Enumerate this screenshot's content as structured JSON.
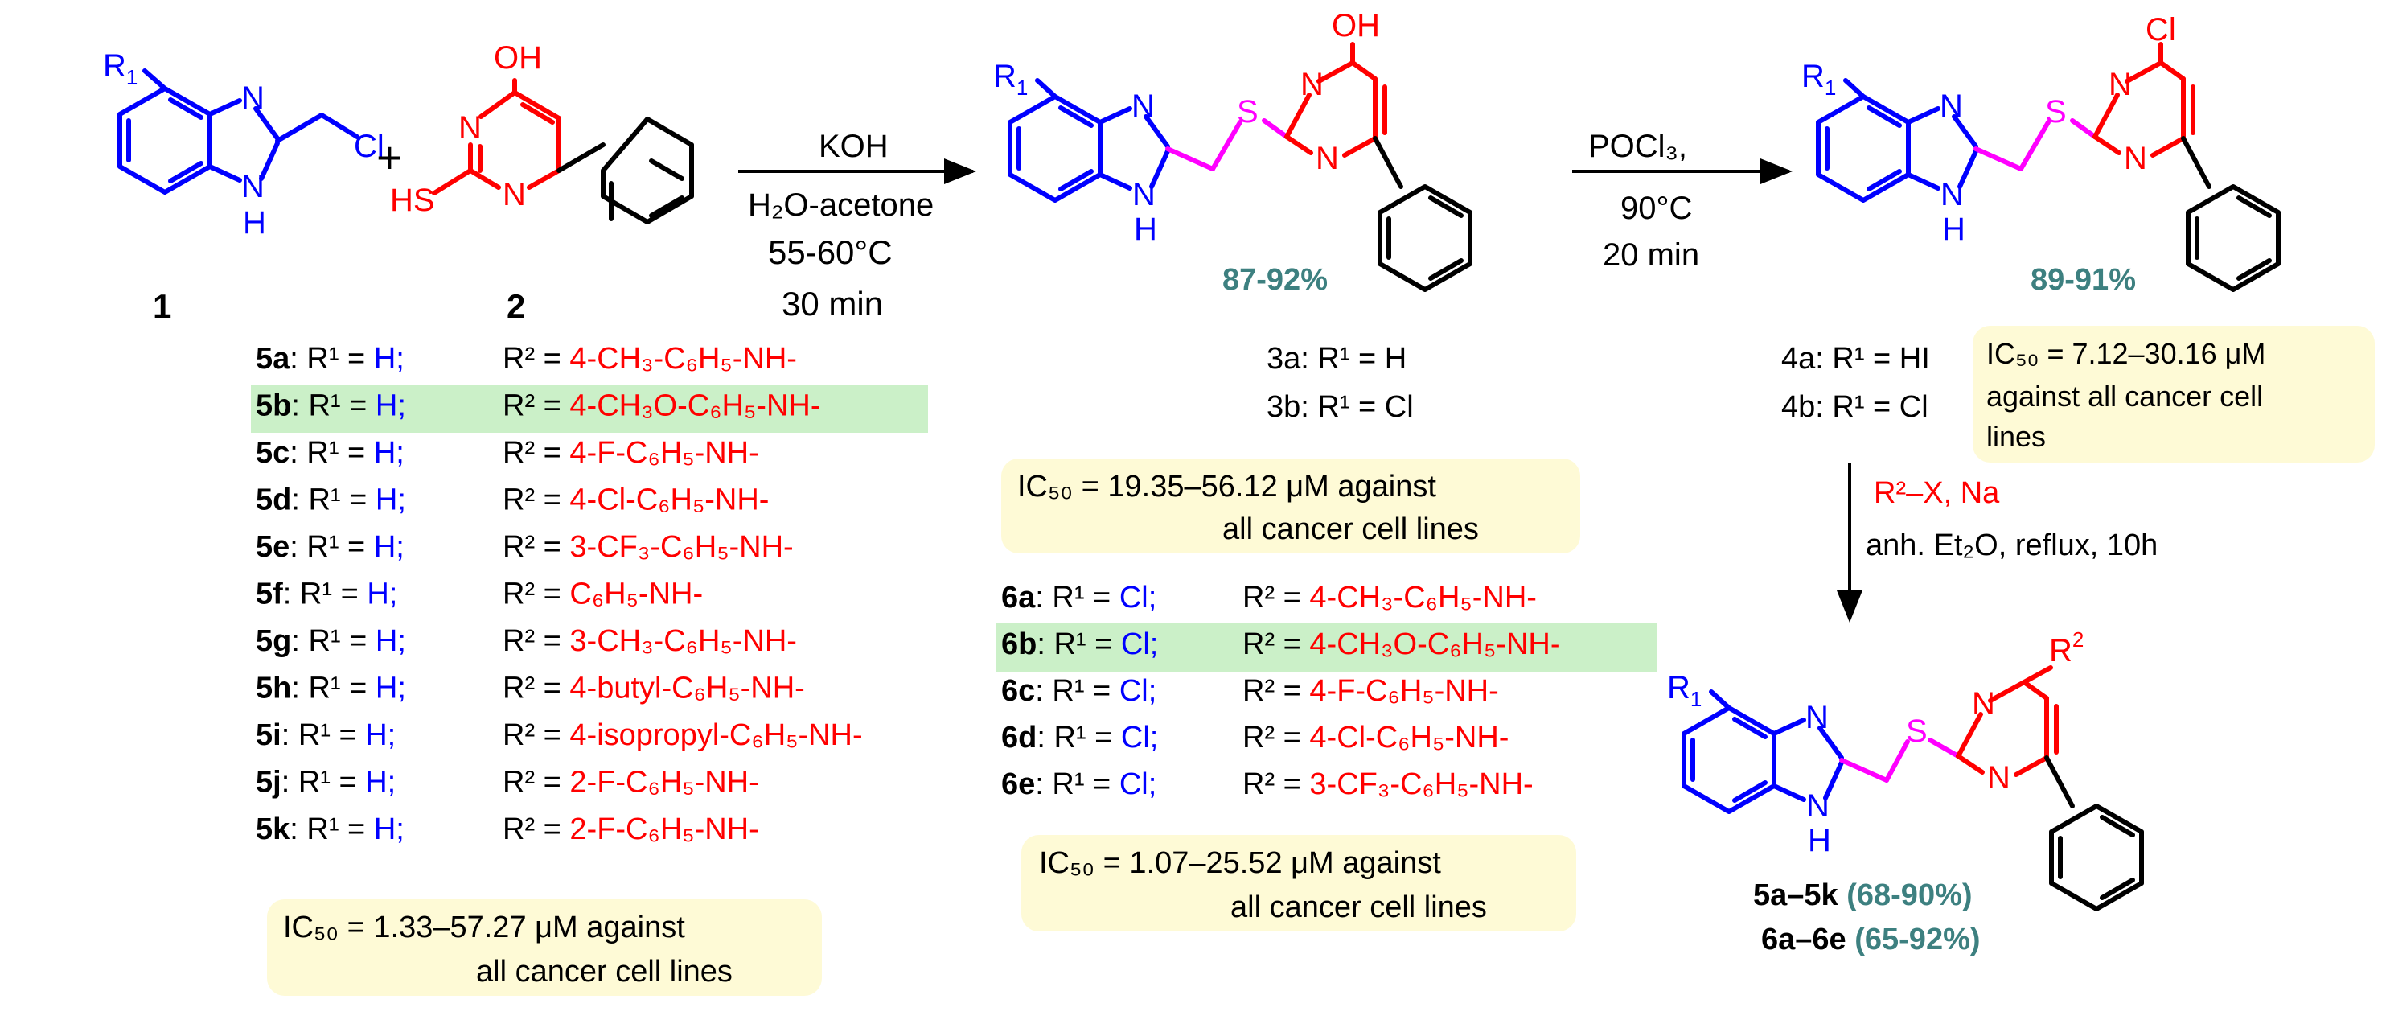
{
  "atoms": {
    "R1": "R",
    "R1_sub": "1",
    "N": "N",
    "H": "H",
    "Cl": "Cl",
    "OH": "OH",
    "HS": "HS",
    "S": "S",
    "R2": "R",
    "R2_sup": "2",
    "plus": "+"
  },
  "compound_ids": {
    "c1": "1",
    "c2": "2"
  },
  "step1": {
    "reagent": "KOH",
    "solvent": "H₂O-acetone",
    "temp": "55-60°C",
    "time": "30 min"
  },
  "step2": {
    "reagent": "POCl₃,",
    "temp": "90°C",
    "time": "20 min"
  },
  "step3": {
    "reagent": "R²–X, Na",
    "conditions": "anh. Et₂O, reflux, 10h"
  },
  "yields": {
    "y3": "87-92%",
    "y4": "89-91%"
  },
  "compound3": {
    "a": "3a: R¹ = H",
    "b": "3b: R¹ = Cl"
  },
  "compound4": {
    "a": "4a: R¹ = HI",
    "b": "4b: R¹ = Cl"
  },
  "products": {
    "p5": "5a–5k",
    "p5_yield": "(68-90%)",
    "p6": "6a–6e",
    "p6_yield": "(65-92%)"
  },
  "ic50": {
    "box3_l1": "IC₅₀ = 19.35–56.12 μM against",
    "box3_l2": "all cancer cell lines",
    "box4_l1": "IC₅₀ = 7.12–30.16 μM",
    "box4_l2": "against all cancer cell",
    "box4_l3": "lines",
    "box5_l1": "IC₅₀ = 1.33–57.27 μM against",
    "box5_l2": "all cancer cell lines",
    "box6_l1": "IC₅₀ = 1.07–25.52 μM against",
    "box6_l2": "all cancer cell lines"
  },
  "series5": [
    {
      "id": "5a",
      "r1": "R¹ = ",
      "r1v": "H;",
      "r2": "R² = ",
      "r2v": "4-CH₃-C₆H₅-NH-"
    },
    {
      "id": "5b",
      "r1": "R¹ = ",
      "r1v": "H;",
      "r2": "R² = ",
      "r2v": "4-CH₃O-C₆H₅-NH-"
    },
    {
      "id": "5c",
      "r1": "R¹ = ",
      "r1v": "H;",
      "r2": "R² = ",
      "r2v": "4-F-C₆H₅-NH-"
    },
    {
      "id": "5d",
      "r1": "R¹ = ",
      "r1v": "H;",
      "r2": "R² = ",
      "r2v": "4-Cl-C₆H₅-NH-"
    },
    {
      "id": "5e",
      "r1": "R¹ = ",
      "r1v": "H;",
      "r2": "R² = ",
      "r2v": "3-CF₃-C₆H₅-NH-"
    },
    {
      "id": "5f",
      "r1": "R¹ = ",
      "r1v": "H;",
      "r2": "R² = ",
      "r2v": "C₆H₅-NH-"
    },
    {
      "id": "5g",
      "r1": "R¹ = ",
      "r1v": "H;",
      "r2": "R² = ",
      "r2v": "3-CH₃-C₆H₅-NH-"
    },
    {
      "id": "5h",
      "r1": "R¹ = ",
      "r1v": "H;",
      "r2": "R² = ",
      "r2v": "4-butyl-C₆H₅-NH-"
    },
    {
      "id": "5i",
      "r1": "R¹ = ",
      "r1v": "H;",
      "r2": "R² = ",
      "r2v": "4-isopropyl-C₆H₅-NH-"
    },
    {
      "id": "5j",
      "r1": "R¹ = ",
      "r1v": "H;",
      "r2": "R² = ",
      "r2v": "2-F-C₆H₅-NH-"
    },
    {
      "id": "5k",
      "r1": "R¹ = ",
      "r1v": "H;",
      "r2": "R² = ",
      "r2v": "2-F-C₆H₅-NH-"
    }
  ],
  "series6": [
    {
      "id": "6a",
      "r1": "R¹ = ",
      "r1v": "Cl;",
      "r2": "R² = ",
      "r2v": "4-CH₃-C₆H₅-NH-"
    },
    {
      "id": "6b",
      "r1": "R¹ = ",
      "r1v": "Cl;",
      "r2": "R² = ",
      "r2v": "4-CH₃O-C₆H₅-NH-"
    },
    {
      "id": "6c",
      "r1": "R¹ = ",
      "r1v": "Cl;",
      "r2": "R² = ",
      "r2v": "4-F-C₆H₅-NH-"
    },
    {
      "id": "6d",
      "r1": "R¹ = ",
      "r1v": "Cl;",
      "r2": "R² = ",
      "r2v": "4-Cl-C₆H₅-NH-"
    },
    {
      "id": "6e",
      "r1": "R¹ = ",
      "r1v": "Cl;",
      "r2": "R² = ",
      "r2v": "3-CF₃-C₆H₅-NH-"
    }
  ],
  "colors": {
    "benzimidazole": "#0000ff",
    "pyrimidine": "#ff0000",
    "linker": "#ff00ff",
    "yield_text": "#3d8080",
    "ic50_box": "#fefad6",
    "highlight": "#cbf0c8"
  }
}
